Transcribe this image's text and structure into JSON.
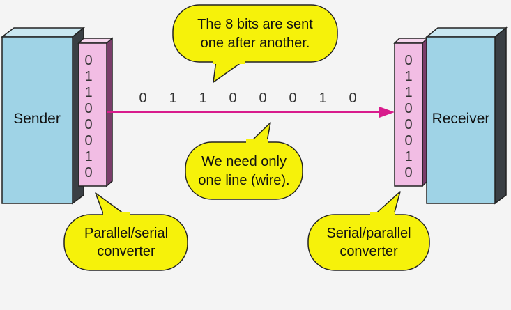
{
  "sender": {
    "label": "Sender"
  },
  "receiver": {
    "label": "Receiver"
  },
  "sender_bits": [
    "0",
    "1",
    "1",
    "0",
    "0",
    "0",
    "1",
    "0"
  ],
  "receiver_bits": [
    "0",
    "1",
    "1",
    "0",
    "0",
    "0",
    "1",
    "0"
  ],
  "wire_bits": [
    "0",
    "1",
    "1",
    "0",
    "0",
    "0",
    "1",
    "0"
  ],
  "callouts": {
    "top": {
      "line1": "The 8 bits are sent",
      "line2": "one after another."
    },
    "middle": {
      "line1": "We need only",
      "line2": "one line (wire)."
    },
    "sender_converter": {
      "line1": "Parallel/serial",
      "line2": "converter"
    },
    "receiver_converter": {
      "line1": "Serial/parallel",
      "line2": "converter"
    }
  },
  "colors": {
    "box_blue": "#9fd3e6",
    "box_blue_dark": "#3d6d80",
    "converter_pink": "#f2bde4",
    "wire_magenta": "#d81b8c",
    "callout_yellow": "#f6f20a",
    "bit_text": "#333333"
  }
}
